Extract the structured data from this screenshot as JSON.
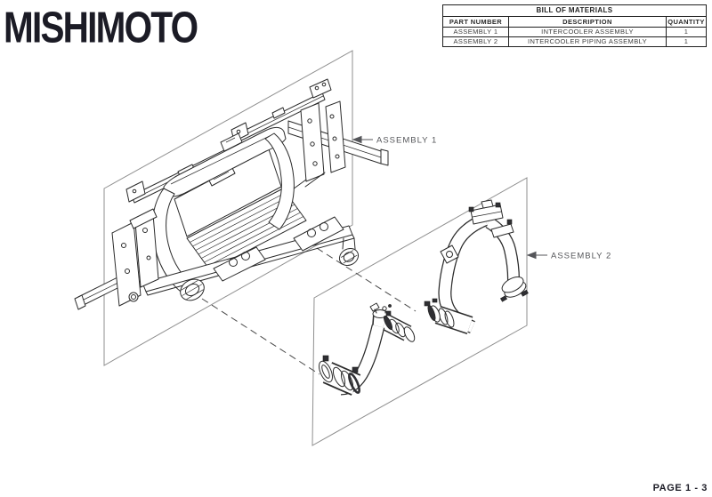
{
  "page": {
    "logo": "MISHIMOTO",
    "page_number": "PAGE 1 - 3"
  },
  "bom": {
    "title": "BILL OF MATERIALS",
    "columns": [
      "PART NUMBER",
      "DESCRIPTION",
      "QUANTITY"
    ],
    "rows": [
      {
        "part": "ASSEMBLY 1",
        "description": "INTERCOOLER ASSEMBLY",
        "quantity": "1"
      },
      {
        "part": "ASSEMBLY 2",
        "description": "INTERCOOLER PIPING ASSEMBLY",
        "quantity": "1"
      }
    ]
  },
  "diagram": {
    "labels": [
      {
        "text": "ASSEMBLY 1"
      },
      {
        "text": "ASSEMBLY 2"
      }
    ]
  },
  "colors": {
    "ink": "#1b1b25",
    "line_work": "#2b2b2b",
    "panel_line": "#8f8f8f",
    "label_gray": "#55565a",
    "background": "#ffffff"
  }
}
